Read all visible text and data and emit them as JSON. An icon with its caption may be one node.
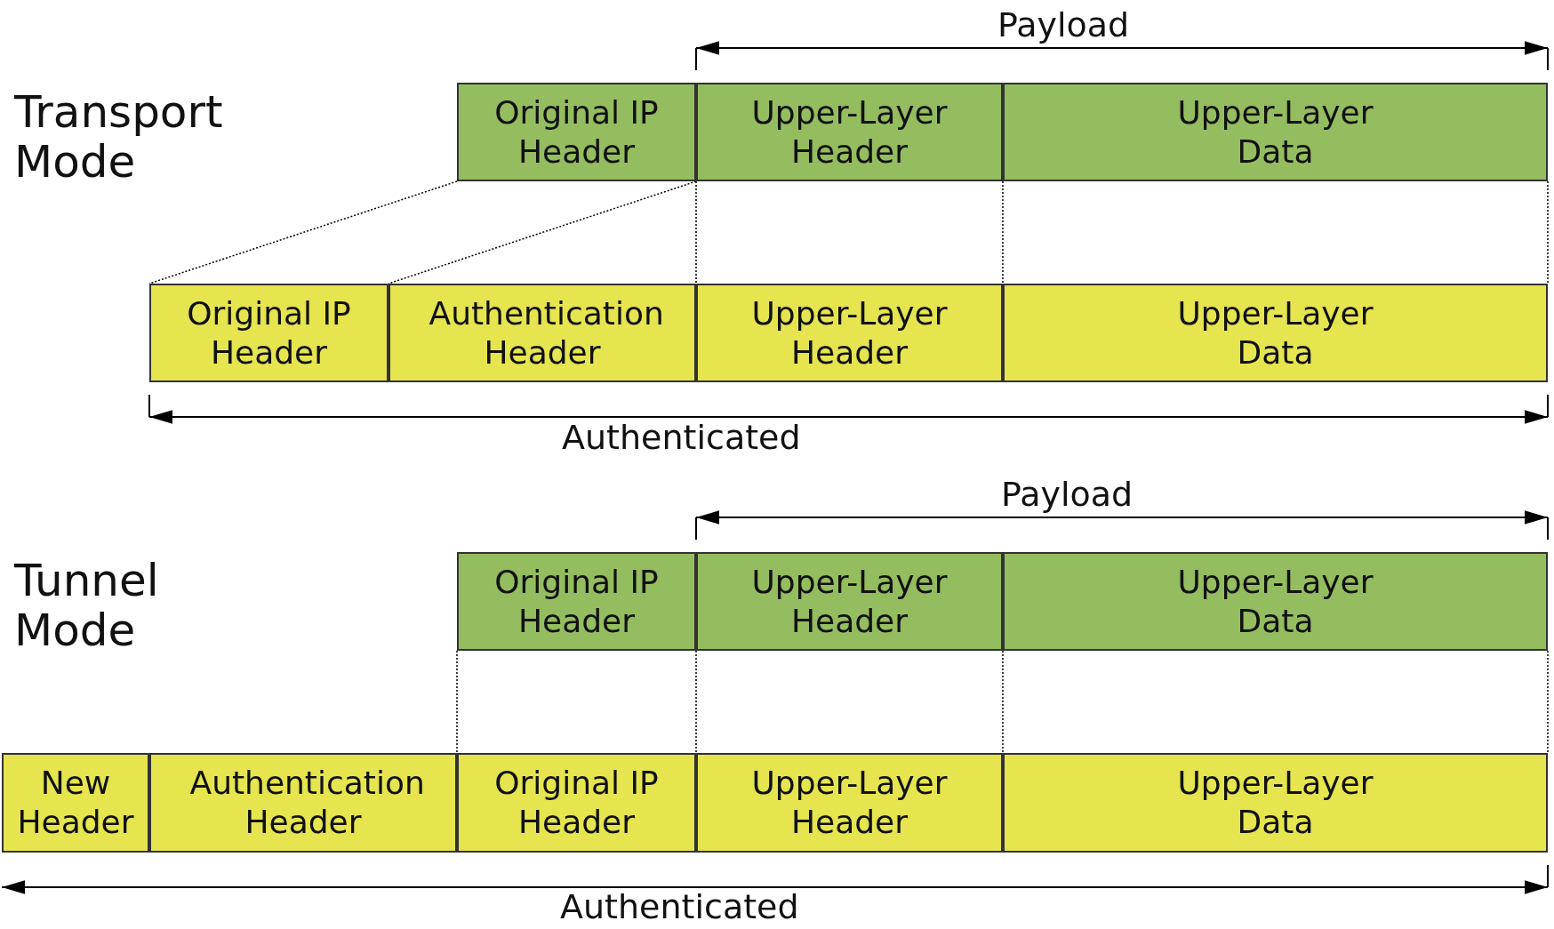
{
  "diagram": {
    "nodes": [
      {
        "text": [
          "Original IP Header"
        ]
      },
      {
        "text": [
          "Upper-Layer Header"
        ]
      },
      {
        "text": [
          "Upper-Layer Data"
        ]
      },
      {
        "text": [
          "Original IP Header"
        ]
      },
      {
        "text": [
          "Authentication Header"
        ]
      },
      {
        "text": [
          "Upper-Layer Header"
        ]
      },
      {
        "text": [
          "Upper-Layer Data"
        ]
      },
      {
        "text": [
          "Original IP Header"
        ]
      },
      {
        "text": [
          "Upper-Layer Header"
        ]
      },
      {
        "text": [
          "Upper-Layer Data"
        ]
      },
      {
        "text": [
          "New Header"
        ]
      },
      {
        "text": [
          "Authentication Header"
        ]
      },
      {
        "text": [
          "Original IP Header"
        ]
      },
      {
        "text": [
          "Upper-Layer Header"
        ]
      },
      {
        "text": [
          "Upper-Layer Data"
        ]
      }
    ],
    "edges": [
      {
        "from": 0,
        "to": 3,
        "arrow": "none",
        "style": "dashed"
      },
      {
        "from": 0,
        "to": 4,
        "arrow": "none",
        "style": "dashed"
      },
      {
        "from": 1,
        "to": 5,
        "arrow": "none",
        "style": "dashed"
      },
      {
        "from": 2,
        "to": 6,
        "arrow": "none",
        "style": "dashed"
      },
      {
        "from": 7,
        "to": 12,
        "arrow": "none",
        "style": "dashed"
      },
      {
        "from": 8,
        "to": 13,
        "arrow": "none",
        "style": "dashed"
      },
      {
        "from": 9,
        "to": 14,
        "arrow": "none",
        "style": "dashed"
      },
      {
        "from": 2,
        "to": 6,
        "arrow": "none",
        "style": "dashed"
      },
      {
        "from": 9,
        "to": 14,
        "arrow": "none",
        "style": "dashed"
      }
    ],
    "labels": [
      "Payload",
      "Transport Mode",
      "Authenticated",
      "Payload",
      "Tunnel Mode",
      "Authenticated"
    ]
  }
}
